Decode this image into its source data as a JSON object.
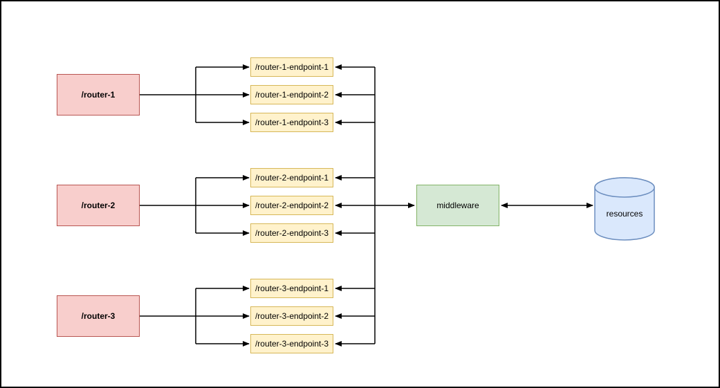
{
  "diagram": {
    "routers": [
      {
        "label": "/router-1",
        "endpoints": [
          "/router-1-endpoint-1",
          "/router-1-endpoint-2",
          "/router-1-endpoint-3"
        ]
      },
      {
        "label": "/router-2",
        "endpoints": [
          "/router-2-endpoint-1",
          "/router-2-endpoint-2",
          "/router-2-endpoint-3"
        ]
      },
      {
        "label": "/router-3",
        "endpoints": [
          "/router-3-endpoint-1",
          "/router-3-endpoint-2",
          "/router-3-endpoint-3"
        ]
      }
    ],
    "middleware": {
      "label": "middleware"
    },
    "resources": {
      "label": "resources"
    },
    "colors": {
      "router_fill": "#f8cecc",
      "router_stroke": "#b85450",
      "endpoint_fill": "#fff2cc",
      "endpoint_stroke": "#d6b656",
      "middleware_fill": "#d5e8d4",
      "middleware_stroke": "#82b366",
      "resources_fill": "#dae8fc",
      "resources_stroke": "#6c8ebf",
      "connector": "#000000",
      "canvas_bg": "#ffffff",
      "frame": "#000000"
    }
  }
}
